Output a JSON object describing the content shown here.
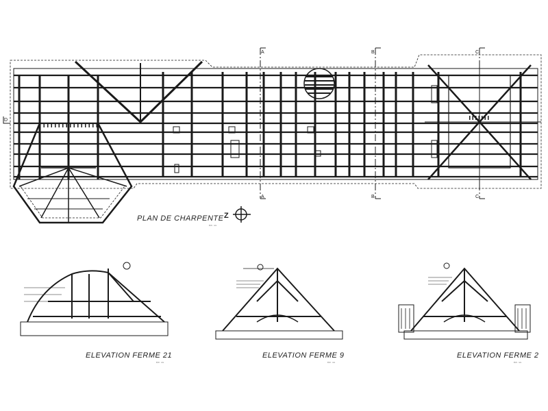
{
  "plan": {
    "title": "PLAN DE CHARPENTE",
    "scale_note": "Éch. n/a",
    "north_label": "Z",
    "section_markers": [
      "A",
      "B",
      "C",
      "D"
    ]
  },
  "elevations": [
    {
      "title": "ELEVATION FERME 21",
      "scale_note": "Éch. n/a"
    },
    {
      "title": "ELEVATION FERME 9",
      "scale_note": "Éch. n/a"
    },
    {
      "title": "ELEVATION FERME 2",
      "scale_note": "Éch. n/a"
    }
  ],
  "colors": {
    "line": "#1a1a1a",
    "light": "#888888"
  }
}
